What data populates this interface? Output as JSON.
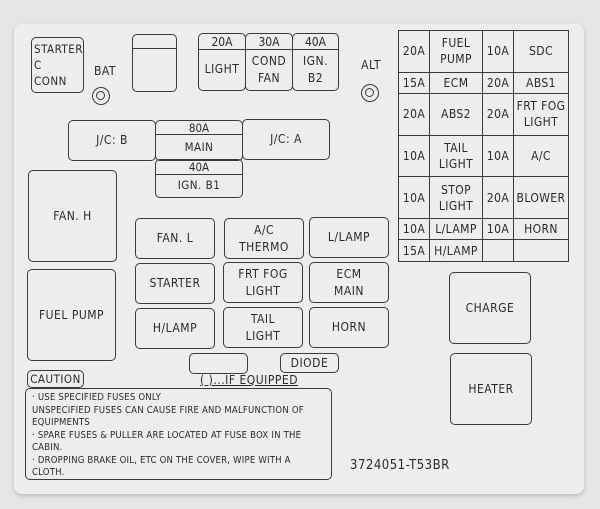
{
  "label": {
    "starter_c_conn": "STARTER\nC\n CONN",
    "bat": "BAT",
    "alt": "ALT",
    "top_fuses": [
      {
        "rating": "20A",
        "name": "LIGHT"
      },
      {
        "rating": "30A",
        "name": "COND\nFAN"
      },
      {
        "rating": "40A",
        "name": "IGN.\nB2"
      }
    ],
    "jc_b": "J/C: B",
    "jc_a": "J/C: A",
    "main_fuse": {
      "rating": "80A",
      "name": "MAIN"
    },
    "ign_b1_fuse": {
      "rating": "40A",
      "name": "IGN. B1"
    },
    "fan_h": "FAN. H",
    "fuel_pump": "FUEL PUMP",
    "relays": [
      [
        "FAN. L",
        "A/C\nTHERMO",
        "L/LAMP"
      ],
      [
        "STARTER",
        "FRT FOG\nLIGHT",
        "ECM\nMAIN"
      ],
      [
        "H/LAMP",
        "TAIL\nLIGHT",
        "HORN"
      ]
    ],
    "diode": "DIODE",
    "if_equipped": "( )...IF EQUIPPED",
    "caution_title": "CAUTION",
    "caution_lines": [
      "· USE SPECIFIED FUSES ONLY",
      "UNSPECIFIED FUSES CAN CAUSE FIRE AND MALFUNCTION OF EQUIPMENTS",
      "· SPARE FUSES & PULLER ARE LOCATED AT FUSE BOX IN THE CABIN.",
      "· DROPPING BRAKE OIL, ETC ON THE COVER, WIPE WITH A CLOTH."
    ],
    "part_number": "3724051-T53BR",
    "charge": "CHARGE",
    "heater": "HEATER",
    "fuse_grid": [
      [
        "20A",
        "FUEL\nPUMP",
        "10A",
        "SDC"
      ],
      [
        "15A",
        "ECM",
        "20A",
        "ABS1"
      ],
      [
        "20A",
        "ABS2",
        "20A",
        "FRT FOG\nLIGHT"
      ],
      [
        "10A",
        "TAIL\nLIGHT",
        "10A",
        "A/C"
      ],
      [
        "10A",
        "STOP\nLIGHT",
        "20A",
        "BLOWER"
      ],
      [
        "10A",
        "L/LAMP",
        "10A",
        "HORN"
      ],
      [
        "15A",
        "H/LAMP",
        "",
        ""
      ]
    ]
  }
}
